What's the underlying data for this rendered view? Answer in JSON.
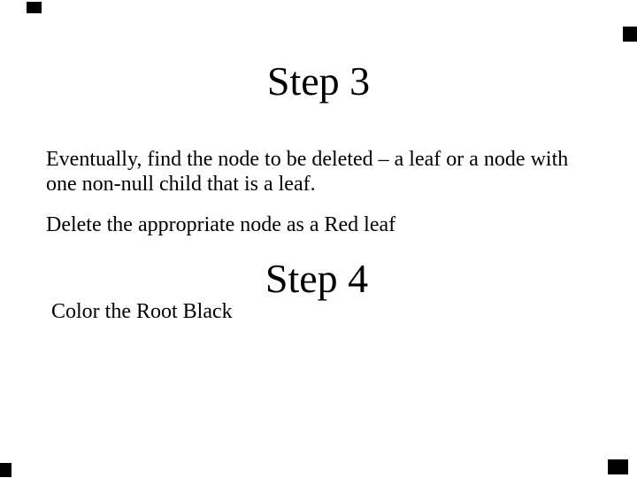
{
  "slide": {
    "title": "Step 3",
    "body": {
      "paragraph1": {
        "lines": [
          "Eventually, find the node to be deleted – a leaf or a node with",
          "one non-null child that is a leaf."
        ]
      },
      "paragraph2": "Delete the appropriate node as a Red leaf"
    },
    "secondary": {
      "title": "Step 4",
      "body": "Color the Root Black"
    },
    "colors": {
      "background": "#ffffff",
      "text": "#000000",
      "corner_marks": "#000000"
    }
  }
}
